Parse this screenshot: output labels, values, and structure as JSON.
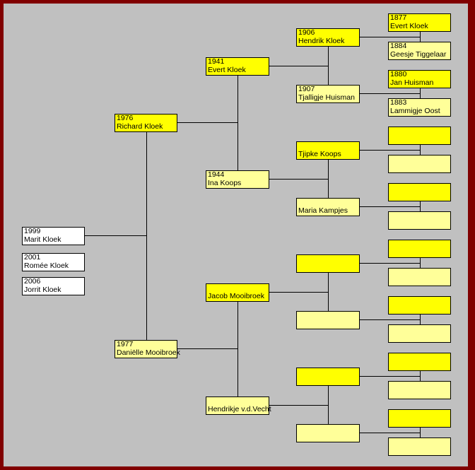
{
  "colors": {
    "frame": "#800000",
    "background": "#c0c0c0",
    "male": "#ffff00",
    "female": "#ffff99",
    "child": "#ffffff"
  },
  "children": [
    {
      "year": "1999",
      "name": "Marit Kloek"
    },
    {
      "year": "2001",
      "name": "Romée Kloek"
    },
    {
      "year": "2006",
      "name": "Jorrit Kloek"
    }
  ],
  "generations": [
    [
      {
        "year": "1976",
        "name": "Richard Kloek",
        "sex": "m"
      },
      {
        "year": "1977",
        "name": "Daniëlle Mooibroek",
        "sex": "f"
      }
    ],
    [
      {
        "year": "1941",
        "name": "Evert Kloek",
        "sex": "m"
      },
      {
        "year": "1944",
        "name": "Ina Koops",
        "sex": "f"
      },
      {
        "year": "",
        "name": "Jacob Mooibroek",
        "sex": "m"
      },
      {
        "year": "",
        "name": "Hendrikje v.d.Vecht",
        "sex": "f"
      }
    ],
    [
      {
        "year": "1906",
        "name": "Hendrik Kloek",
        "sex": "m"
      },
      {
        "year": "1907",
        "name": "Tjalligje Huisman",
        "sex": "f"
      },
      {
        "year": "",
        "name": "Tjipke Koops",
        "sex": "m"
      },
      {
        "year": "",
        "name": "Maria Kampjes",
        "sex": "f"
      },
      {
        "year": "",
        "name": "",
        "sex": "m"
      },
      {
        "year": "",
        "name": "",
        "sex": "f"
      },
      {
        "year": "",
        "name": "",
        "sex": "m"
      },
      {
        "year": "",
        "name": "",
        "sex": "f"
      }
    ],
    [
      {
        "year": "1877",
        "name": "Evert Kloek",
        "sex": "m"
      },
      {
        "year": "1884",
        "name": "Geesje Tiggelaar",
        "sex": "f"
      },
      {
        "year": "1880",
        "name": "Jan Huisman",
        "sex": "m"
      },
      {
        "year": "1883",
        "name": "Lammigje Oost",
        "sex": "f"
      },
      {
        "year": "",
        "name": "",
        "sex": "m"
      },
      {
        "year": "",
        "name": "",
        "sex": "f"
      },
      {
        "year": "",
        "name": "",
        "sex": "m"
      },
      {
        "year": "",
        "name": "",
        "sex": "f"
      },
      {
        "year": "",
        "name": "",
        "sex": "m"
      },
      {
        "year": "",
        "name": "",
        "sex": "f"
      },
      {
        "year": "",
        "name": "",
        "sex": "m"
      },
      {
        "year": "",
        "name": "",
        "sex": "f"
      },
      {
        "year": "",
        "name": "",
        "sex": "m"
      },
      {
        "year": "",
        "name": "",
        "sex": "f"
      },
      {
        "year": "",
        "name": "",
        "sex": "m"
      },
      {
        "year": "",
        "name": "",
        "sex": "f"
      }
    ]
  ]
}
